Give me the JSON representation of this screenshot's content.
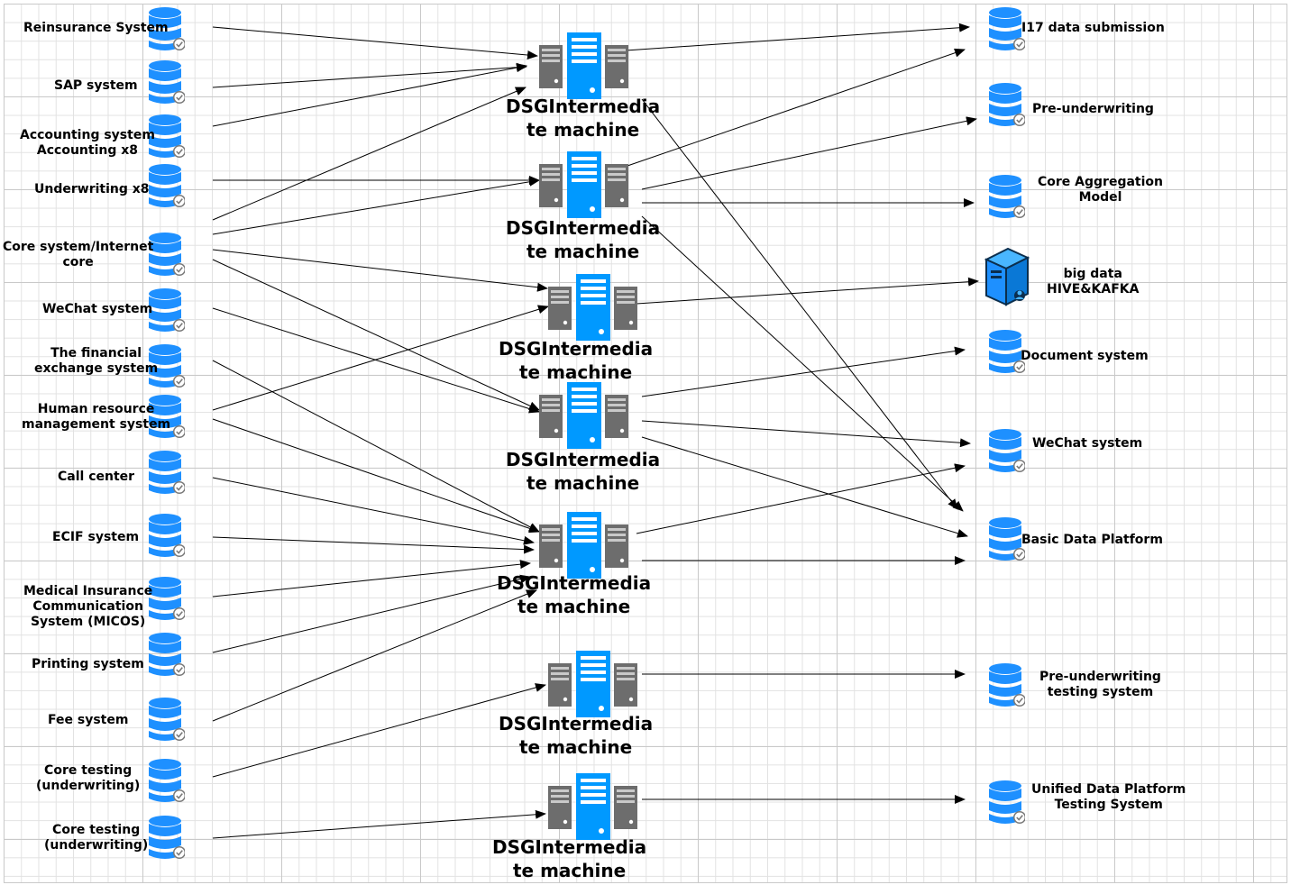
{
  "sources": [
    {
      "id": "s1",
      "lines": [
        "Reinsurance System"
      ]
    },
    {
      "id": "s2",
      "lines": [
        "SAP system"
      ]
    },
    {
      "id": "s3",
      "lines": [
        "Accounting system",
        "Accounting x8"
      ]
    },
    {
      "id": "s4",
      "lines": [
        "Underwriting x8"
      ]
    },
    {
      "id": "s5",
      "lines": [
        "Core system/Internet",
        "core"
      ]
    },
    {
      "id": "s6",
      "lines": [
        "WeChat system"
      ]
    },
    {
      "id": "s7",
      "lines": [
        "The financial",
        "exchange system"
      ]
    },
    {
      "id": "s8",
      "lines": [
        "Human resource",
        "management system"
      ]
    },
    {
      "id": "s9",
      "lines": [
        "Call center"
      ]
    },
    {
      "id": "s10",
      "lines": [
        "ECIF system"
      ]
    },
    {
      "id": "s11",
      "lines": [
        "Medical Insurance",
        "Communication",
        "System (MICOS)"
      ]
    },
    {
      "id": "s12",
      "lines": [
        "Printing system"
      ]
    },
    {
      "id": "s13",
      "lines": [
        "Fee system"
      ]
    },
    {
      "id": "s14",
      "lines": [
        "Core testing",
        "(underwriting)"
      ]
    },
    {
      "id": "s15",
      "lines": [
        "Core testing",
        "(underwriting)"
      ]
    }
  ],
  "servers": [
    {
      "id": "m1",
      "lines": [
        "DSGIntermedia",
        "te machine"
      ]
    },
    {
      "id": "m2",
      "lines": [
        "DSGIntermedia",
        "te machine"
      ]
    },
    {
      "id": "m3",
      "lines": [
        "DSGIntermedia",
        "te machine"
      ]
    },
    {
      "id": "m4",
      "lines": [
        "DSGIntermedia",
        "te machine"
      ]
    },
    {
      "id": "m5",
      "lines": [
        "DSGIntermedia",
        "te machine"
      ]
    },
    {
      "id": "m6",
      "lines": [
        "DSGIntermedia",
        "te machine"
      ]
    },
    {
      "id": "m7",
      "lines": [
        "DSGIntermedia",
        "te machine"
      ]
    }
  ],
  "targets": [
    {
      "id": "t1",
      "icon": "database-icon",
      "lines": [
        "I17 data submission"
      ]
    },
    {
      "id": "t2",
      "icon": "database-icon",
      "lines": [
        "Pre-underwriting"
      ]
    },
    {
      "id": "t3",
      "icon": "database-icon",
      "lines": [
        "Core Aggregation",
        "Model"
      ]
    },
    {
      "id": "t4",
      "icon": "big-data-server-icon",
      "lines": [
        "big data",
        "HIVE&KAFKA"
      ]
    },
    {
      "id": "t5",
      "icon": "database-icon",
      "lines": [
        "Document system"
      ]
    },
    {
      "id": "t6",
      "icon": "database-icon",
      "lines": [
        "WeChat system"
      ]
    },
    {
      "id": "t7",
      "icon": "database-icon",
      "lines": [
        "Basic Data Platform"
      ]
    },
    {
      "id": "t8",
      "icon": "database-icon",
      "lines": [
        "Pre-underwriting",
        "testing system"
      ]
    },
    {
      "id": "t9",
      "icon": "database-icon",
      "lines": [
        "Unified Data Platform",
        "Testing System"
      ]
    }
  ],
  "colors": {
    "database": "#1e90ff",
    "server_center": "#0099ff",
    "server_side": "#6d6d6d",
    "check_badge": "#ffffff",
    "connector": "#000000"
  }
}
